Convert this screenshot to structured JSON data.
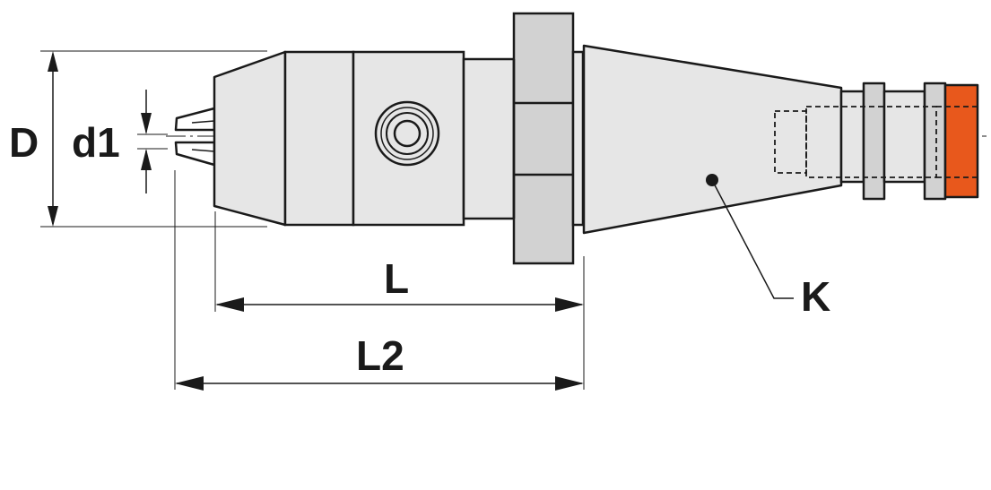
{
  "labels": {
    "D": "D",
    "d1": "d1",
    "L": "L",
    "L2": "L2",
    "K": "K"
  },
  "colors": {
    "line": "#1a1a1a",
    "body_fill": "#e6e6e6",
    "flange_fill": "#d2d2d2",
    "retention_knob": "#e8581c"
  }
}
